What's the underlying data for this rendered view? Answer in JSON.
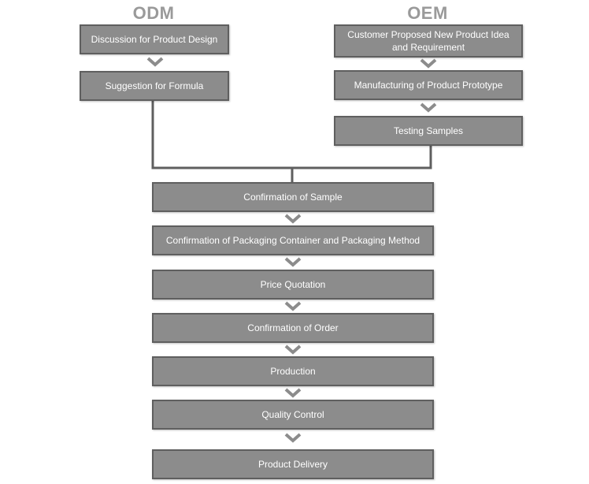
{
  "colors": {
    "box_fill": "#8c8c8c",
    "box_border": "#5f5f5f",
    "chevron": "#8c8c8c",
    "connector": "#5f5f5f",
    "heading": "#9a9a9a",
    "text": "#ffffff"
  },
  "headings": {
    "odm": "ODM",
    "oem": "OEM"
  },
  "odm_steps": {
    "s1": "Discussion for Product Design",
    "s2": "Suggestion for Formula"
  },
  "oem_steps": {
    "s1": "Customer Proposed New Product Idea and Requirement",
    "s2": "Manufacturing of Product Prototype",
    "s3": "Testing Samples"
  },
  "main_steps": {
    "s1": "Confirmation of Sample",
    "s2": "Confirmation of Packaging Container and Packaging Method",
    "s3": "Price Quotation",
    "s4": "Confirmation of Order",
    "s5": "Production",
    "s6": "Quality Control",
    "s7": "Product Delivery"
  }
}
